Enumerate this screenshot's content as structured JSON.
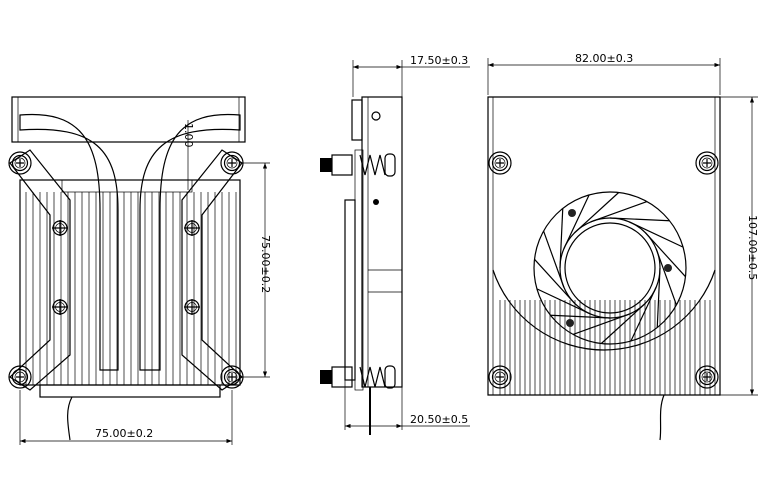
{
  "drawing": {
    "front_view": {
      "width_dimension": "75.00±0.2",
      "height_dimension": "75.00±0.2",
      "gap_dimension": "1.00"
    },
    "side_view": {
      "top_thickness_dimension": "17.50±0.3",
      "bottom_thickness_dimension": "20.50±0.5"
    },
    "fan_view": {
      "width_dimension": "82.00±0.3",
      "height_dimension": "107.00±0.5"
    }
  }
}
